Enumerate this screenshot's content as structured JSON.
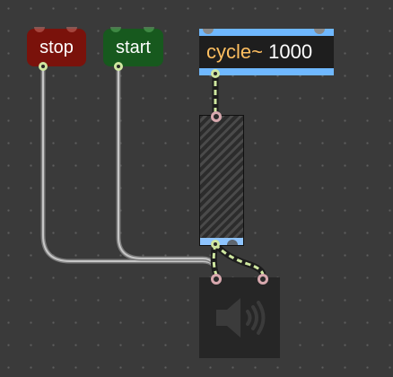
{
  "patcher": {
    "stop_button": {
      "label": "stop",
      "color": "#7a120b"
    },
    "start_button": {
      "label": "start",
      "color": "#17591e"
    },
    "cycle_object": {
      "name": "cycle~",
      "argument": "1000",
      "accent": "#6fb8ff",
      "name_color": "#ffbf60"
    },
    "level_meter": {
      "icon": "hatched-level-meter",
      "accent": "#8ec4ff"
    },
    "dac_object": {
      "icon": "speaker-icon",
      "background": "#262626"
    },
    "colors": {
      "canvas": "#3a3a3a",
      "signal_cord": "#cfe7a0",
      "message_cord": "#b8b8b8",
      "inlet_ring": "#d8a8ae"
    }
  }
}
